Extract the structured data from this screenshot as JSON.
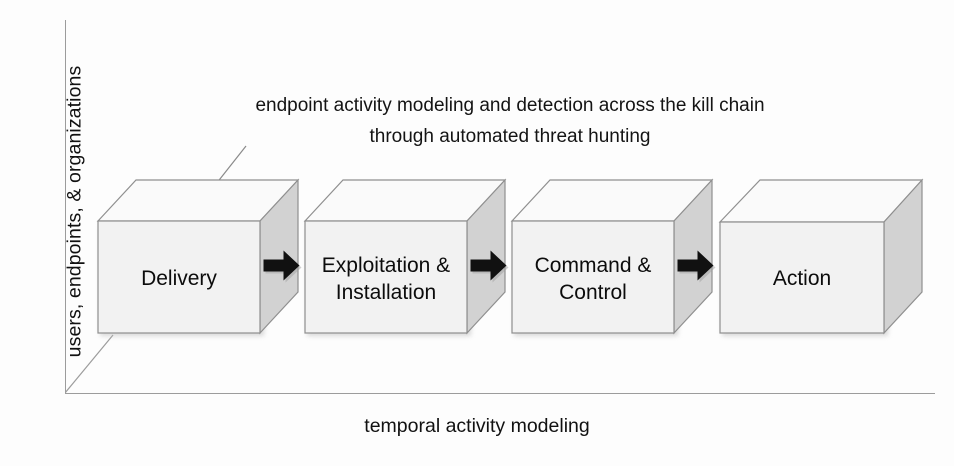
{
  "diagram": {
    "title_caption": {
      "line1": "endpoint activity modeling and detection across the kill chain",
      "line2": "through automated threat hunting"
    },
    "axes": {
      "y_label": "users, endpoints, & organizations",
      "x_label": "temporal activity modeling"
    },
    "stages": [
      {
        "label": "Delivery"
      },
      {
        "label": "Exploitation & Installation"
      },
      {
        "label": "Command & Control"
      },
      {
        "label": "Action"
      }
    ],
    "colors": {
      "background": "#fdfdfd",
      "box_front": "#f2f2f2",
      "box_top": "#fafafa",
      "box_side": "#d2d2d2",
      "box_stroke": "#8f8f8f",
      "axis_line": "#9c9c9c",
      "arrow_fill": "#111111",
      "text": "#111111"
    }
  }
}
